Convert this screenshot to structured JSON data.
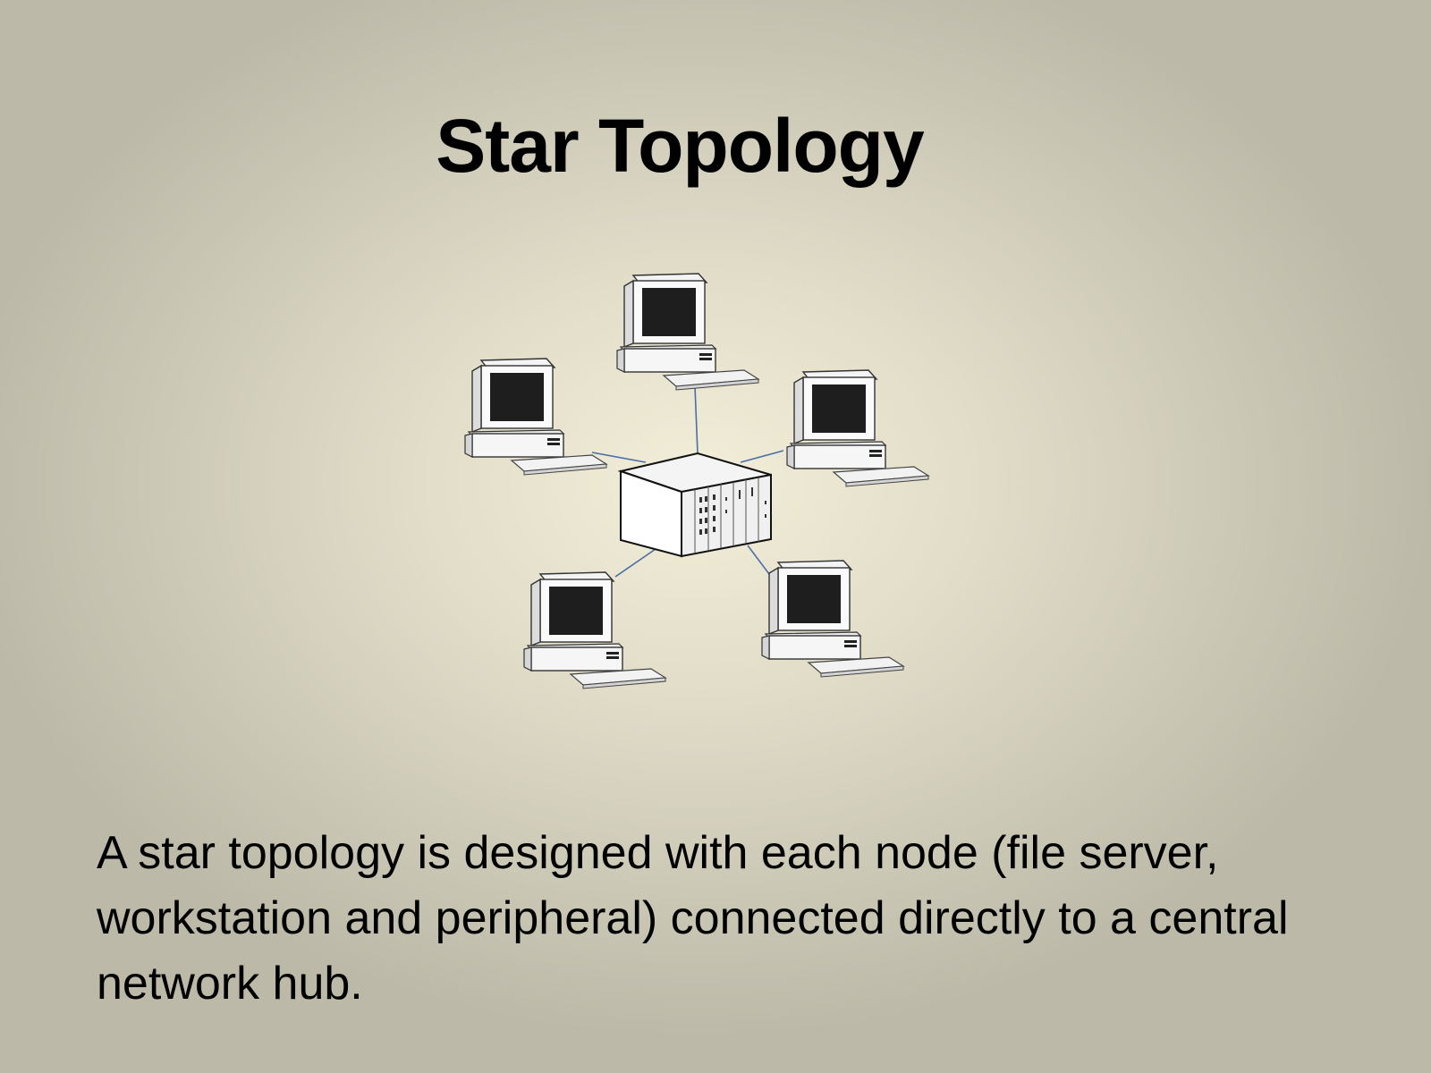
{
  "slide": {
    "title": "Star Topology",
    "body": "A star topology is designed with each node (file server, workstation and peripheral) connected directly to a central network hub."
  },
  "diagram": {
    "hub": {
      "icon": "network-hub-icon"
    },
    "nodes": [
      {
        "name": "computer-top",
        "icon": "computer-icon"
      },
      {
        "name": "computer-upper-left",
        "icon": "computer-icon"
      },
      {
        "name": "computer-upper-right",
        "icon": "computer-icon"
      },
      {
        "name": "computer-lower-left",
        "icon": "computer-icon"
      },
      {
        "name": "computer-lower-right",
        "icon": "computer-icon"
      }
    ],
    "link_color": "#4a6fa5"
  }
}
